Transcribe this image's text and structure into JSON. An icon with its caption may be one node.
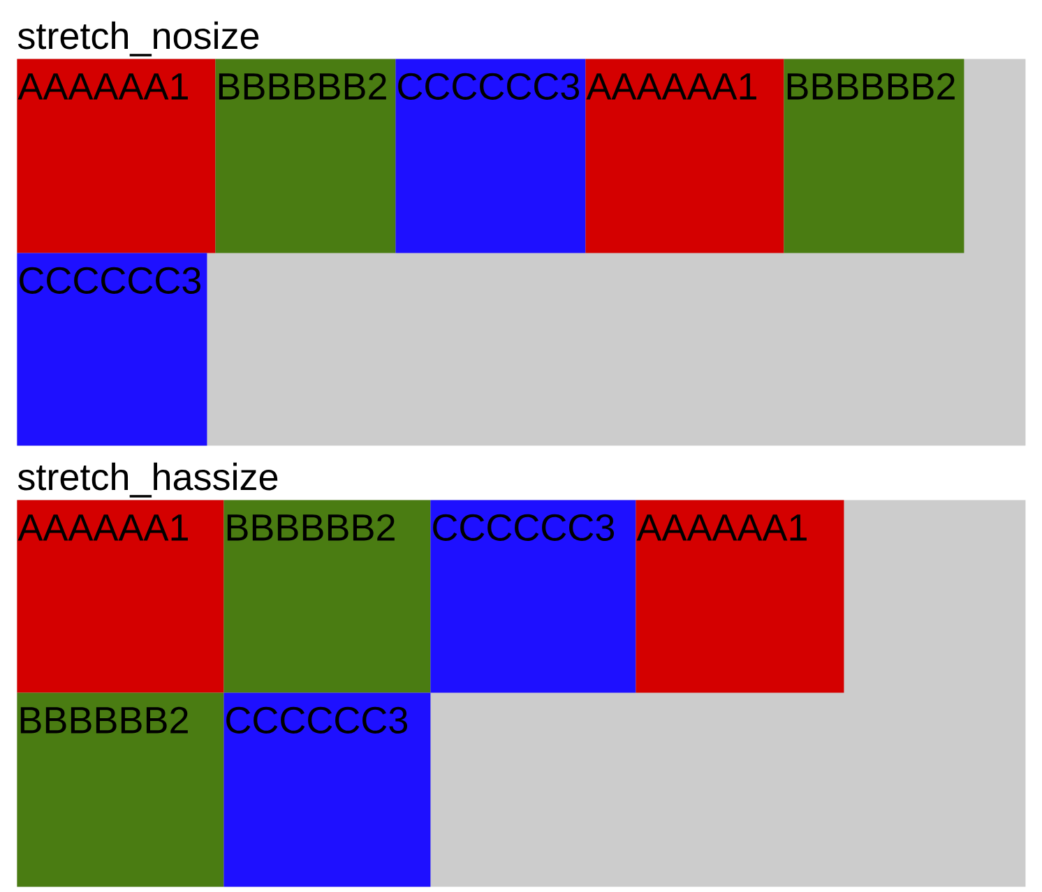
{
  "diagram": {
    "nodes": [
      {
        "text": [
          "stretch_nosize"
        ]
      },
      {
        "text": [
          "AAAAAA1"
        ],
        "in": 0
      },
      {
        "text": [
          "BBBBBB2"
        ],
        "in": 0
      },
      {
        "text": [
          "CCCCCC3"
        ],
        "in": 0
      },
      {
        "text": [
          "AAAAAA1"
        ],
        "in": 0
      },
      {
        "text": [
          "BBBBBB2"
        ],
        "in": 0
      },
      {
        "text": [
          "CCCCCC3"
        ],
        "in": 0
      },
      {
        "text": [
          "stretch_hassize"
        ]
      },
      {
        "text": [
          "AAAAAA1"
        ],
        "in": 7
      },
      {
        "text": [
          "BBBBBB2"
        ],
        "in": 7
      },
      {
        "text": [
          "CCCCCC3"
        ],
        "in": 7
      },
      {
        "text": [
          "AAAAAA1"
        ],
        "in": 7
      },
      {
        "text": [
          "BBBBBB2"
        ],
        "in": 7
      },
      {
        "text": [
          "CCCCCC3"
        ],
        "in": 7
      }
    ]
  }
}
